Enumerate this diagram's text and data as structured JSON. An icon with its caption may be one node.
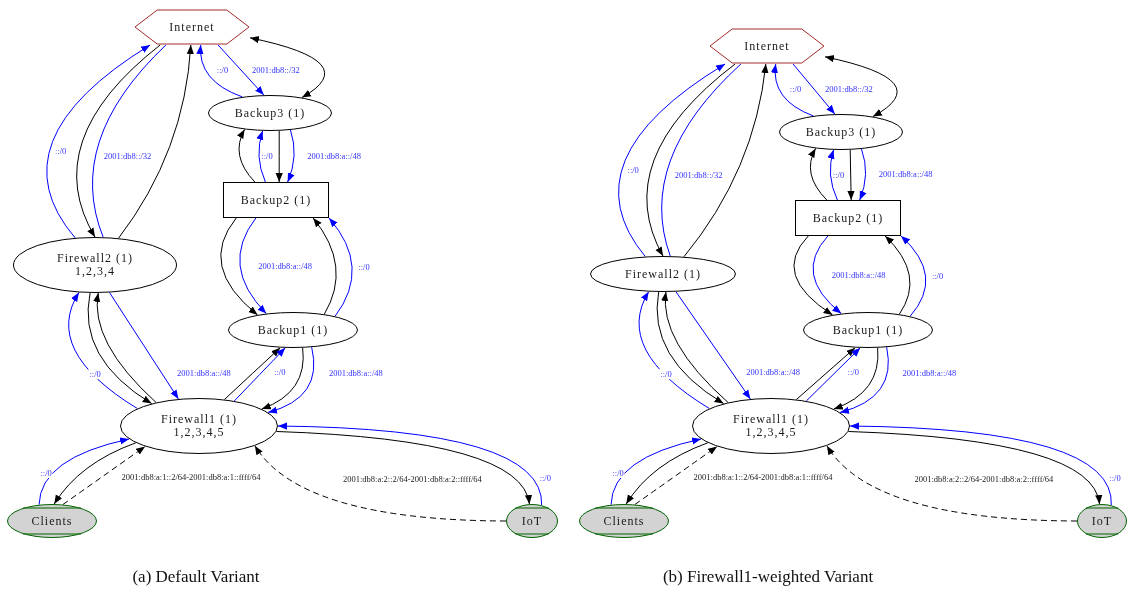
{
  "diagram": {
    "nodes": [
      {
        "text": [
          "Internet"
        ]
      },
      {
        "text": [
          "Backup3 (1)"
        ]
      },
      {
        "text": [
          "Backup2 (1)"
        ]
      },
      {
        "text": [
          "Firewall2 (1)",
          "1,2,3,4"
        ]
      },
      {
        "text": [
          "Backup1 (1)"
        ]
      },
      {
        "text": [
          "Firewall1 (1)",
          "1,2,3,4,5"
        ]
      },
      {
        "text": [
          "Clients"
        ]
      },
      {
        "text": [
          "IoT"
        ]
      },
      {
        "text": [
          "Internet"
        ]
      },
      {
        "text": [
          "Backup3 (1)"
        ]
      },
      {
        "text": [
          "Backup2 (1)"
        ]
      },
      {
        "text": [
          "Firewall2 (1)"
        ]
      },
      {
        "text": [
          "Backup1 (1)"
        ]
      },
      {
        "text": [
          "Firewall1 (1)",
          "1,2,3,4,5"
        ]
      },
      {
        "text": [
          "Clients"
        ]
      },
      {
        "text": [
          "IoT"
        ]
      }
    ],
    "edges": [
      {
        "from": 0,
        "to": 1,
        "arrow": "both"
      },
      {
        "from": 1,
        "to": 0,
        "arrow": "to",
        "label": "::/0",
        "color": "#0000ff"
      },
      {
        "from": 0,
        "to": 1,
        "arrow": "to",
        "label": "2001:db8::/32",
        "color": "#0000ff"
      },
      {
        "from": 2,
        "to": 1,
        "arrow": "to"
      },
      {
        "from": 2,
        "to": 1,
        "arrow": "to",
        "label": "::/0",
        "color": "#0000ff"
      },
      {
        "from": 1,
        "to": 2,
        "arrow": "to"
      },
      {
        "from": 1,
        "to": 2,
        "arrow": "to",
        "label": "2001:db8:a::/48",
        "color": "#0000ff"
      },
      {
        "from": 2,
        "to": 4,
        "arrow": "to"
      },
      {
        "from": 2,
        "to": 4,
        "arrow": "to",
        "label": "2001:db8:a::/48",
        "color": "#0000ff"
      },
      {
        "from": 4,
        "to": 2,
        "arrow": "to"
      },
      {
        "from": 4,
        "to": 2,
        "arrow": "to",
        "label": "::/0",
        "color": "#0000ff"
      },
      {
        "from": 3,
        "to": 0,
        "arrow": "to",
        "label": "::/0",
        "color": "#0000ff"
      },
      {
        "from": 0,
        "to": 3,
        "arrow": "to"
      },
      {
        "from": 0,
        "to": 3,
        "arrow": "none",
        "label": "2001:db8::/32",
        "color": "#0000ff"
      },
      {
        "from": 3,
        "to": 0,
        "arrow": "to"
      },
      {
        "from": 5,
        "to": 3,
        "arrow": "to",
        "label": "::/0",
        "color": "#0000ff"
      },
      {
        "from": 3,
        "to": 5,
        "arrow": "to"
      },
      {
        "from": 5,
        "to": 3,
        "arrow": "to"
      },
      {
        "from": 3,
        "to": 5,
        "arrow": "to",
        "label": "2001:db8:a::/48",
        "color": "#0000ff"
      },
      {
        "from": 5,
        "to": 4,
        "arrow": "to"
      },
      {
        "from": 5,
        "to": 4,
        "arrow": "to",
        "label": "::/0",
        "color": "#0000ff"
      },
      {
        "from": 4,
        "to": 5,
        "arrow": "to"
      },
      {
        "from": 4,
        "to": 5,
        "arrow": "to",
        "label": "2001:db8:a::/48",
        "color": "#0000ff"
      },
      {
        "from": 6,
        "to": 5,
        "arrow": "to",
        "label": "::/0",
        "color": "#0000ff"
      },
      {
        "from": 5,
        "to": 6,
        "arrow": "to"
      },
      {
        "from": 6,
        "to": 5,
        "arrow": "to",
        "label": "2001:db8:a:1::2/64-2001:db8:a:1::ffff/64",
        "style": "dashed"
      },
      {
        "from": 7,
        "to": 5,
        "arrow": "to",
        "label": "::/0",
        "color": "#0000ff"
      },
      {
        "from": 5,
        "to": 7,
        "arrow": "to"
      },
      {
        "from": 7,
        "to": 5,
        "arrow": "to",
        "label": "2001:db8:a:2::2/64-2001:db8:a:2::ffff/64",
        "style": "dashed"
      },
      {
        "from": 8,
        "to": 9,
        "arrow": "both"
      },
      {
        "from": 9,
        "to": 8,
        "arrow": "to",
        "label": "::/0",
        "color": "#0000ff"
      },
      {
        "from": 8,
        "to": 9,
        "arrow": "to",
        "label": "2001:db8::/32",
        "color": "#0000ff"
      },
      {
        "from": 10,
        "to": 9,
        "arrow": "to"
      },
      {
        "from": 10,
        "to": 9,
        "arrow": "to",
        "label": "::/0",
        "color": "#0000ff"
      },
      {
        "from": 9,
        "to": 10,
        "arrow": "to"
      },
      {
        "from": 9,
        "to": 10,
        "arrow": "to",
        "label": "2001:db8:a::/48",
        "color": "#0000ff"
      },
      {
        "from": 10,
        "to": 12,
        "arrow": "to"
      },
      {
        "from": 10,
        "to": 12,
        "arrow": "to",
        "label": "2001:db8:a::/48",
        "color": "#0000ff"
      },
      {
        "from": 12,
        "to": 10,
        "arrow": "to"
      },
      {
        "from": 12,
        "to": 10,
        "arrow": "to",
        "label": "::/0",
        "color": "#0000ff"
      },
      {
        "from": 11,
        "to": 8,
        "arrow": "to",
        "label": "::/0",
        "color": "#0000ff"
      },
      {
        "from": 8,
        "to": 11,
        "arrow": "to"
      },
      {
        "from": 8,
        "to": 11,
        "arrow": "none",
        "label": "2001:db8::/32",
        "color": "#0000ff"
      },
      {
        "from": 11,
        "to": 8,
        "arrow": "to"
      },
      {
        "from": 13,
        "to": 11,
        "arrow": "to",
        "label": "::/0",
        "color": "#0000ff"
      },
      {
        "from": 11,
        "to": 13,
        "arrow": "to"
      },
      {
        "from": 13,
        "to": 11,
        "arrow": "to"
      },
      {
        "from": 11,
        "to": 13,
        "arrow": "to",
        "label": "2001:db8:a::/48",
        "color": "#0000ff"
      },
      {
        "from": 13,
        "to": 12,
        "arrow": "to"
      },
      {
        "from": 13,
        "to": 12,
        "arrow": "to",
        "label": "::/0",
        "color": "#0000ff"
      },
      {
        "from": 12,
        "to": 13,
        "arrow": "to"
      },
      {
        "from": 12,
        "to": 13,
        "arrow": "to",
        "label": "2001:db8:a::/48",
        "color": "#0000ff"
      },
      {
        "from": 14,
        "to": 13,
        "arrow": "to",
        "label": "::/0",
        "color": "#0000ff"
      },
      {
        "from": 13,
        "to": 14,
        "arrow": "to"
      },
      {
        "from": 14,
        "to": 13,
        "arrow": "to",
        "label": "2001:db8:a:1::2/64-2001:db8:a:1::ffff/64",
        "style": "dashed"
      },
      {
        "from": 15,
        "to": 13,
        "arrow": "to",
        "label": "::/0",
        "color": "#0000ff"
      },
      {
        "from": 13,
        "to": 15,
        "arrow": "to"
      },
      {
        "from": 15,
        "to": 13,
        "arrow": "to",
        "label": "2001:db8:a:2::2/64-2001:db8:a:2::ffff/64",
        "style": "dashed"
      }
    ],
    "labels": [
      "(a) Default Variant",
      "(b) Firewall1-weighted Variant"
    ]
  }
}
